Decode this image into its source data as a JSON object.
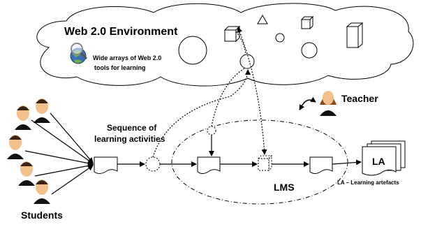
{
  "cloud": {
    "title": "Web 2.0 Environment",
    "tools_line1": "Wide arrays of Web 2.0",
    "tools_line2": "tools for learning",
    "icon": "magnifier-globe-icon"
  },
  "sequence": {
    "line1": "Sequence of",
    "line2": "learning activities"
  },
  "teacher": {
    "label": "Teacher"
  },
  "lms": {
    "label": "LMS"
  },
  "la": {
    "label": "LA",
    "caption": "LA – Learning artefacts"
  },
  "students": {
    "label": "Students"
  },
  "colors": {
    "stroke": "#000000",
    "skin": "#f2c08a",
    "hair": "#3a2414",
    "shirt": "#111111",
    "teacher_hair": "#8a4b1c"
  }
}
